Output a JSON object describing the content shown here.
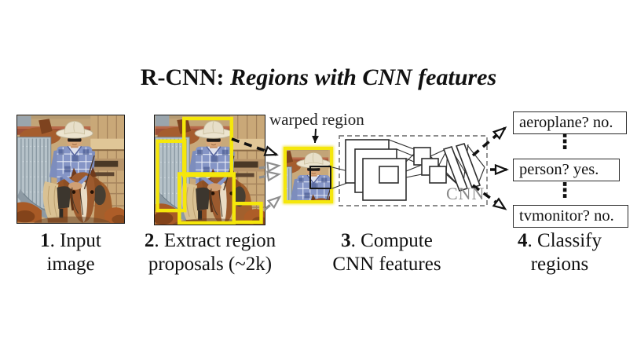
{
  "title": {
    "prefix": "R-CNN:",
    "rest": " Regions with CNN features"
  },
  "warped_label": "warped region",
  "cnn_label": "CNN",
  "classify_boxes": [
    {
      "label": "aeroplane? no."
    },
    {
      "label": "person? yes."
    },
    {
      "label": "tvmonitor? no."
    }
  ],
  "ellipsis_glyph": "⋮",
  "steps": [
    {
      "num": "1",
      "rest": ". Input",
      "line2": "image"
    },
    {
      "num": "2",
      "rest": ". Extract region",
      "line2": "proposals (~2k)"
    },
    {
      "num": "3",
      "rest": ". Compute",
      "line2": "CNN features"
    },
    {
      "num": "4",
      "rest": ". Classify",
      "line2": "regions"
    }
  ],
  "icons": {
    "photo": "cowboy-on-horse-photo",
    "proposal_boxes": "yellow-region-proposal-boxes",
    "cnn_diagram": "stacked-feature-map-squares-with-fc-parallelograms",
    "arrows": "dashed-open-arrowheads"
  },
  "colors": {
    "proposal_box_yellow": "#f5e70b",
    "warped_border_yellow": "#f5e70b",
    "cnn_label_gray": "#8a8a8a",
    "gray_arrow": "#8e8e8e",
    "black_arrow": "#111111",
    "background": "#ffffff"
  }
}
